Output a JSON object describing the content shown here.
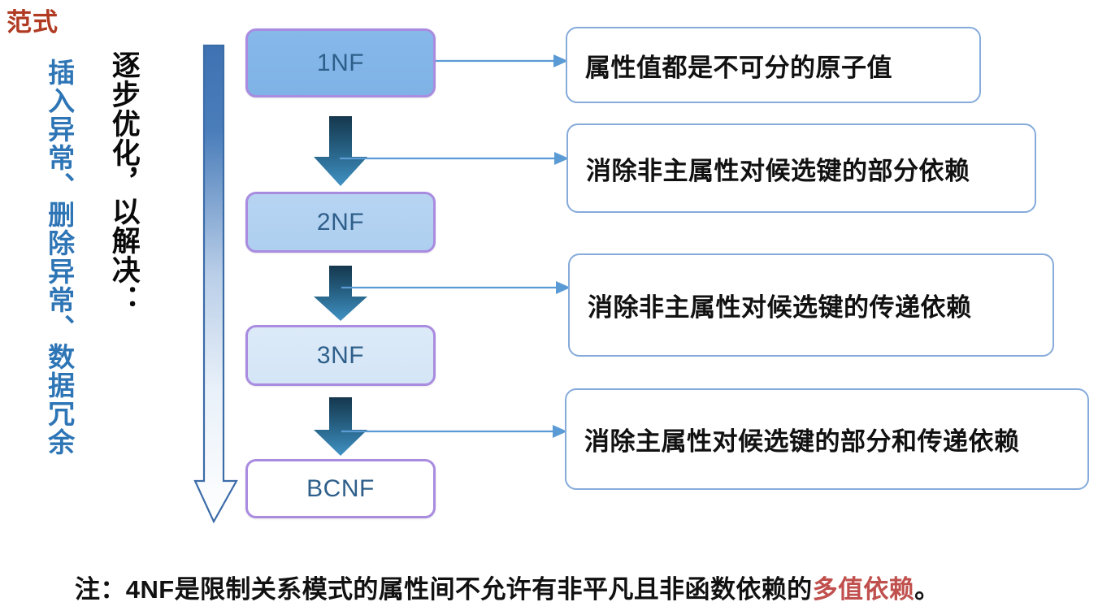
{
  "title": "范式",
  "vertical_labels": {
    "problems": "插入异常、删除异常、数据冗余",
    "process": "逐步优化，以解决："
  },
  "normal_forms": [
    {
      "label": "1NF",
      "fill": "#86B8EA",
      "border": "#A98BE0"
    },
    {
      "label": "2NF",
      "fill": "#B7D4F2",
      "border": "#A98BE0"
    },
    {
      "label": "3NF",
      "fill": "#DCEAF8",
      "border": "#A98BE0"
    },
    {
      "label": "BCNF",
      "fill": "#FFFFFF",
      "border": "#A98BE0"
    }
  ],
  "descriptions": [
    "属性值都是不可分的原子值",
    "消除非主属性对候选键的部分依赖",
    "消除非主属性对候选键的传递依赖",
    "消除主属性对候选键的部分和传递依赖"
  ],
  "note": {
    "prefix": "注：4NF是限制关系模式的属性间不允许有非平凡且非函数依赖的",
    "highlight": "多值依赖",
    "suffix": "。"
  },
  "colors": {
    "title_red": "#B03A22",
    "note_highlight": "#C0504D",
    "vertical_blue": "#2E75B6",
    "nf_text": "#2E5F8A",
    "nf_border_purple": "#A98BE0",
    "desc_border_blue": "#86ABDB",
    "arrow_dark": "#184763",
    "arrow_light": "#3E8BBE",
    "long_arrow_top": "#3F72B2",
    "long_arrow_bottom": "#FFFFFF",
    "connector_blue": "#5B9BD5"
  },
  "icons": {
    "long_down_arrow": "long-down-arrow-gradient",
    "step_down_arrow": "down-arrow-gradient",
    "connector_arrow": "right-connector-arrow"
  }
}
